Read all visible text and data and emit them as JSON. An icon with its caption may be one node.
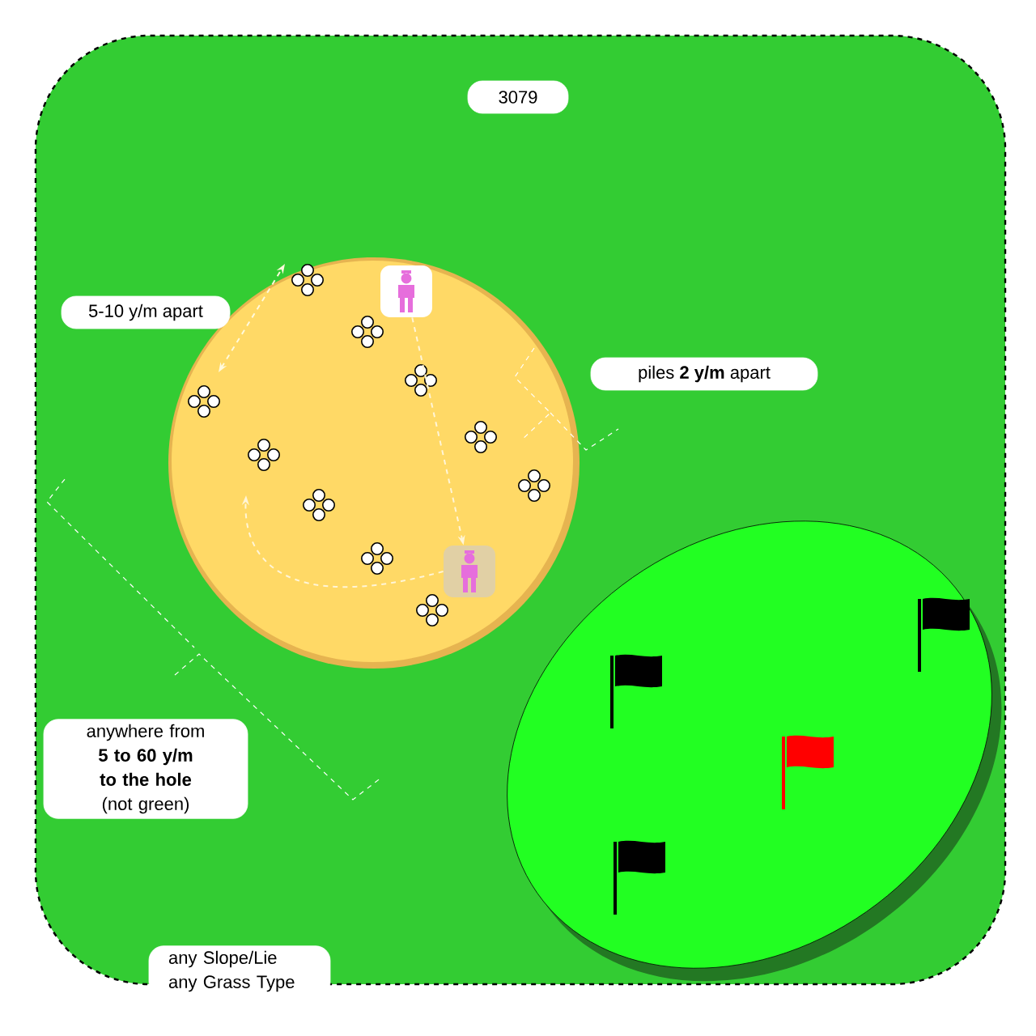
{
  "diagram": {
    "nodes": [
      {
        "text": [
          "3079"
        ]
      },
      {
        "text": [
          "5-10 y/m apart"
        ]
      },
      {
        "text": [
          "piles **2 y/m** apart"
        ]
      },
      {
        "text": [
          "anywhere from **5 to 60 y/m to the hole** (not green)"
        ]
      },
      {
        "text": [
          "any Slope/Lie any Grass Type"
        ]
      },
      {
        "text": [],
        "shape": "person"
      },
      {
        "text": [],
        "shape": "person"
      }
    ],
    "edges": [
      {
        "from": 5,
        "to": 6,
        "arrow": "to",
        "style": "dashed"
      },
      {
        "from": 6,
        "to": null,
        "arrow": "to",
        "style": "dashed"
      }
    ]
  }
}
